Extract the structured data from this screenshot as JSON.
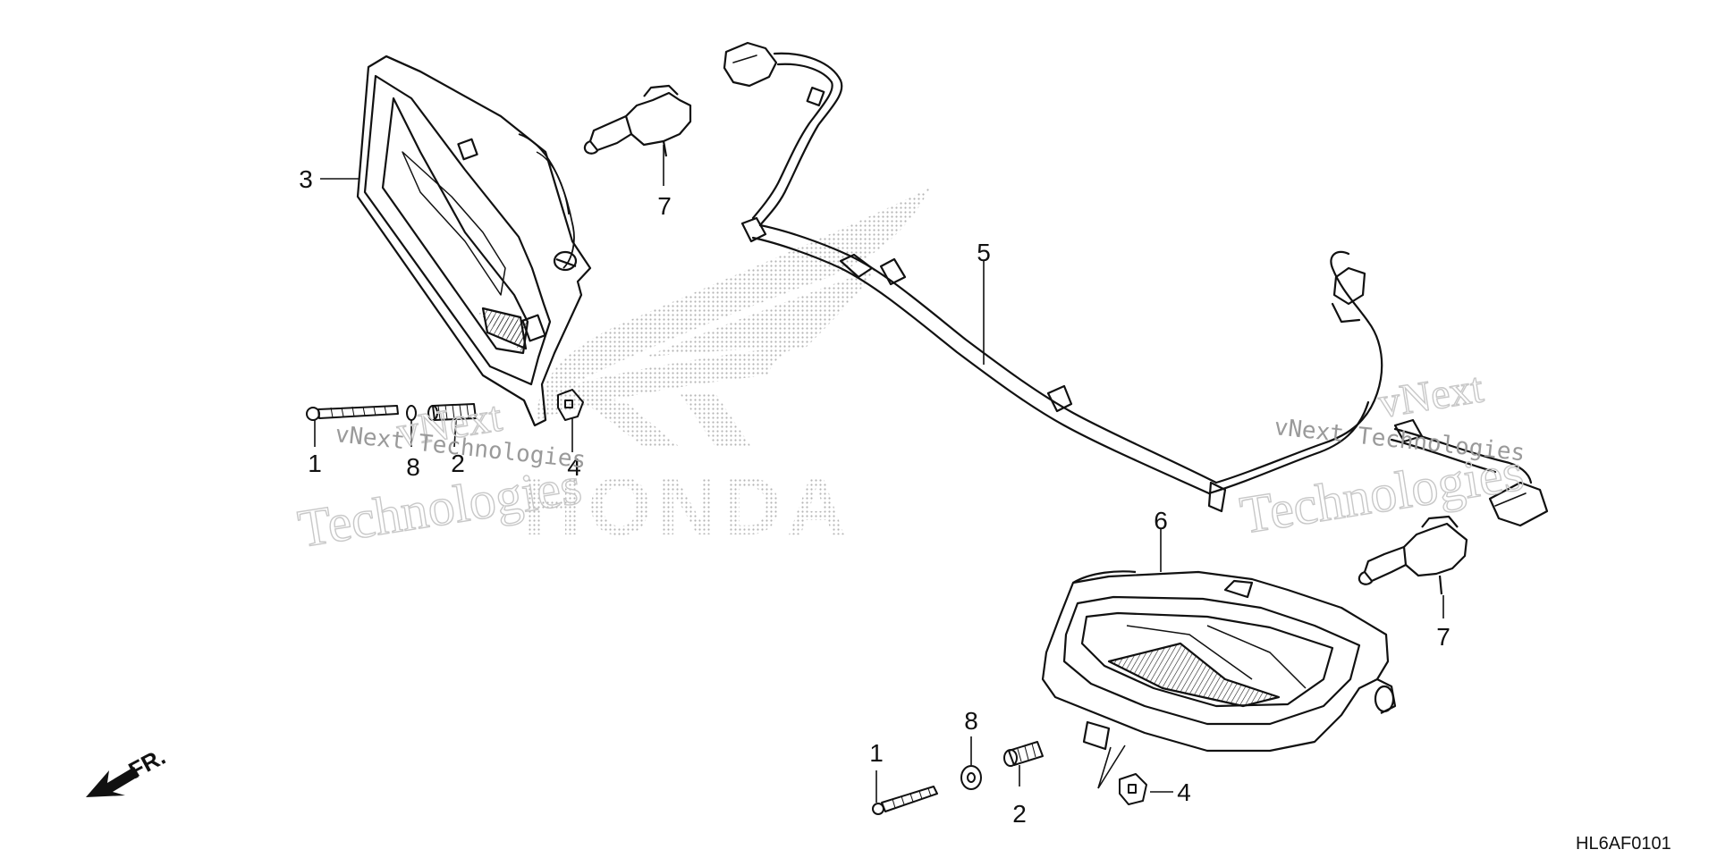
{
  "diagram": {
    "code": "HL6AF0101",
    "front_marker": "FR.",
    "brand_watermark": "HONDA",
    "watermark": {
      "line1": "vNext",
      "line2": "Technologies",
      "inline": "vNext Technologies"
    },
    "callouts": {
      "left_bolt": "1",
      "left_washer": "8",
      "left_collar": "2",
      "left_headlight": "3",
      "left_nut": "4",
      "left_bulb": "7",
      "harness": "5",
      "right_headlight": "6",
      "right_bulb": "7",
      "right_washer": "8",
      "right_bolt": "1",
      "right_collar": "2",
      "right_nut": "4"
    }
  }
}
